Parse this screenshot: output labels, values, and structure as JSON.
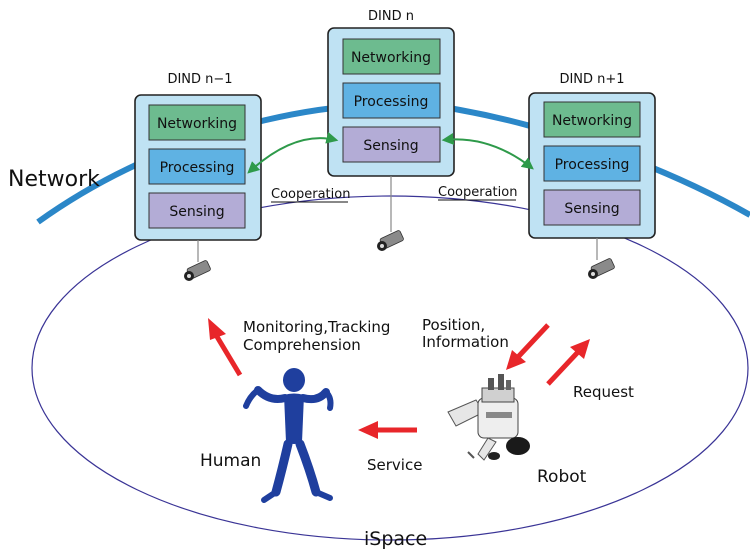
{
  "network_label": "Network",
  "ispace_label": "iSpace",
  "cooperation_left": "Cooperation",
  "cooperation_right": "Cooperation",
  "dinds": [
    {
      "title": "DIND n−1",
      "layers": [
        "Networking",
        "Processing",
        "Sensing"
      ]
    },
    {
      "title": "DIND n",
      "layers": [
        "Networking",
        "Processing",
        "Sensing"
      ]
    },
    {
      "title": "DIND n+1",
      "layers": [
        "Networking",
        "Processing",
        "Sensing"
      ]
    }
  ],
  "human": {
    "label": "Human",
    "activity_line1": "Monitoring,Tracking",
    "activity_line2": "Comprehension"
  },
  "robot": {
    "label": "Robot",
    "info_line1": "Position,",
    "info_line2": "Information",
    "request": "Request"
  },
  "service_label": "Service",
  "colors": {
    "network_curve": "#2b87c8",
    "dind_bg": "#bfe2f3",
    "networking": "#6dbb8f",
    "processing": "#5fb2e3",
    "sensing": "#b3acd6",
    "cooperation_arrow": "#2e9a4a",
    "red_arrow": "#e8262a",
    "human": "#1f3f9e",
    "ellipse": "#3a3496"
  }
}
